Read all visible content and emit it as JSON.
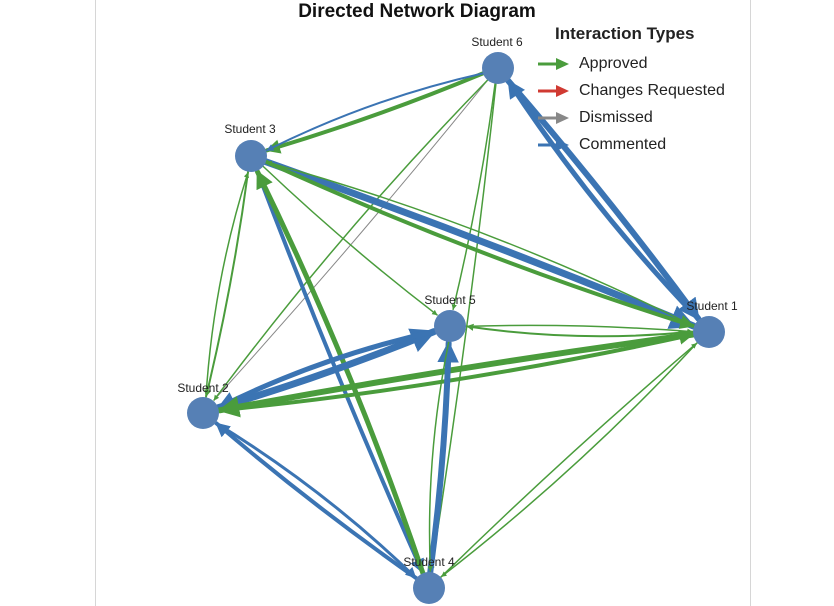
{
  "title": "Directed Network Diagram",
  "legend": {
    "title": "Interaction Types",
    "items": [
      {
        "label": "Approved",
        "color": "#4a9c3c"
      },
      {
        "label": "Changes Requested",
        "color": "#d03a32"
      },
      {
        "label": "Dismissed",
        "color": "#888888"
      },
      {
        "label": "Commented",
        "color": "#3b74b3"
      }
    ]
  },
  "nodes": [
    {
      "id": "s1",
      "label": "Student 1"
    },
    {
      "id": "s2",
      "label": "Student 2"
    },
    {
      "id": "s3",
      "label": "Student 3"
    },
    {
      "id": "s4",
      "label": "Student 4"
    },
    {
      "id": "s5",
      "label": "Student 5"
    },
    {
      "id": "s6",
      "label": "Student 6"
    }
  ],
  "node_color": "#5680b5",
  "edges": [
    {
      "from": "s6",
      "to": "s3",
      "type": "Approved",
      "weight": 4
    },
    {
      "from": "s6",
      "to": "s3",
      "type": "Commented",
      "weight": 2
    },
    {
      "from": "s6",
      "to": "s2",
      "type": "Dismissed",
      "weight": 1
    },
    {
      "from": "s6",
      "to": "s2",
      "type": "Approved",
      "weight": 1.5
    },
    {
      "from": "s6",
      "to": "s5",
      "type": "Approved",
      "weight": 1.5
    },
    {
      "from": "s6",
      "to": "s4",
      "type": "Approved",
      "weight": 1.5
    },
    {
      "from": "s6",
      "to": "s1",
      "type": "Commented",
      "weight": 6
    },
    {
      "from": "s1",
      "to": "s6",
      "type": "Commented",
      "weight": 5
    },
    {
      "from": "s3",
      "to": "s1",
      "type": "Commented",
      "weight": 7
    },
    {
      "from": "s3",
      "to": "s1",
      "type": "Approved",
      "weight": 4
    },
    {
      "from": "s1",
      "to": "s3",
      "type": "Approved",
      "weight": 1.5
    },
    {
      "from": "s3",
      "to": "s5",
      "type": "Approved",
      "weight": 1.5
    },
    {
      "from": "s3",
      "to": "s2",
      "type": "Approved",
      "weight": 2
    },
    {
      "from": "s2",
      "to": "s3",
      "type": "Approved",
      "weight": 1.5
    },
    {
      "from": "s3",
      "to": "s4",
      "type": "Commented",
      "weight": 4
    },
    {
      "from": "s4",
      "to": "s3",
      "type": "Approved",
      "weight": 5
    },
    {
      "from": "s2",
      "to": "s5",
      "type": "Commented",
      "weight": 7
    },
    {
      "from": "s5",
      "to": "s2",
      "type": "Commented",
      "weight": 5
    },
    {
      "from": "s1",
      "to": "s2",
      "type": "Approved",
      "weight": 6
    },
    {
      "from": "s2",
      "to": "s1",
      "type": "Approved",
      "weight": 4
    },
    {
      "from": "s5",
      "to": "s1",
      "type": "Approved",
      "weight": 1.5
    },
    {
      "from": "s1",
      "to": "s5",
      "type": "Approved",
      "weight": 2
    },
    {
      "from": "s4",
      "to": "s2",
      "type": "Commented",
      "weight": 4
    },
    {
      "from": "s2",
      "to": "s4",
      "type": "Commented",
      "weight": 3
    },
    {
      "from": "s4",
      "to": "s5",
      "type": "Commented",
      "weight": 6
    },
    {
      "from": "s5",
      "to": "s4",
      "type": "Approved",
      "weight": 1.5
    },
    {
      "from": "s4",
      "to": "s1",
      "type": "Approved",
      "weight": 1.5
    },
    {
      "from": "s1",
      "to": "s4",
      "type": "Approved",
      "weight": 1.5
    }
  ]
}
